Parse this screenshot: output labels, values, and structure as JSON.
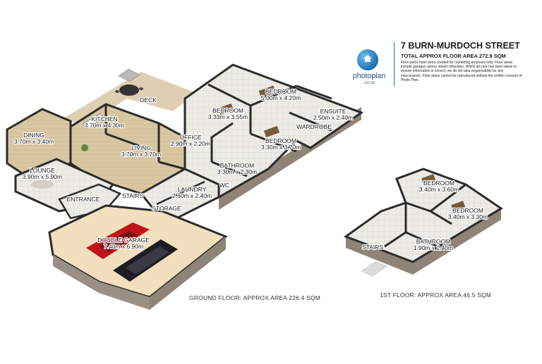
{
  "header": {
    "address": "7 BURN-MURDOCH STREET",
    "total_area": "TOTAL APPROX FLOOR AREA 272.9 SQM",
    "disclaimer": "Floor plans have been created for marketing purposes only. Floor areas include garages unless stated otherwise. Whilst all care has been taken to ensure information is correct, we do not take responsibility for any inaccuracies. Floor plans cannot be reproduced without the written consent of Photo Plan.",
    "brand_name": "photoplan",
    "brand_domain": ".co.nz"
  },
  "ground_floor": {
    "caption": "GROUND FLOOR: APPROX AREA 226.4 SQM",
    "rooms": [
      {
        "name": "DECK",
        "dims": ""
      },
      {
        "name": "KITCHEN",
        "dims": "3.70m x 4.30m"
      },
      {
        "name": "DINING",
        "dims": "3.70m x 3.40m"
      },
      {
        "name": "LIVING",
        "dims": "3.70m x 3.70m"
      },
      {
        "name": "LOUNGE",
        "dims": "3.90m x 5.90m"
      },
      {
        "name": "ENTRANCE",
        "dims": ""
      },
      {
        "name": "STAIRS",
        "dims": ""
      },
      {
        "name": "OFFICE",
        "dims": "2.90m x 2.20m"
      },
      {
        "name": "BEDROOM",
        "dims": "3.33m x 3.55m"
      },
      {
        "name": "BEDROOM",
        "dims": "5.00m x 4.20m"
      },
      {
        "name": "ENSUITE",
        "dims": "2.50m x 2.40m"
      },
      {
        "name": "WARDROBE",
        "dims": ""
      },
      {
        "name": "BEDROOM",
        "dims": "3.30m x 3.70m"
      },
      {
        "name": "BATHROOM",
        "dims": "3.30m x 2.30m"
      },
      {
        "name": "WC",
        "dims": ""
      },
      {
        "name": "LAUNDRY",
        "dims": "2.60m x 2.40m"
      },
      {
        "name": "STORAGE",
        "dims": ""
      },
      {
        "name": "DOUBLE GARAGE",
        "dims": "7.40m x 6.90m"
      }
    ]
  },
  "first_floor": {
    "caption": "1ST FLOOR: APPROX AREA 46.5 SQM",
    "rooms": [
      {
        "name": "BEDROOM",
        "dims": "3.40m x 3.60m"
      },
      {
        "name": "BEDROOM",
        "dims": "3.40m x 3.30m"
      },
      {
        "name": "BATHROOM",
        "dims": "1.90m x 2.40m"
      },
      {
        "name": "STAIRS",
        "dims": ""
      }
    ]
  },
  "colors": {
    "wall_top": "#2b2b2b",
    "wall_side": "#9a8f84",
    "floor_carpet": "#e8e4dc",
    "floor_wood": "#d8c9a8",
    "floor_garage": "#f0e0c0",
    "deck": "#d9c7a4",
    "car_red": "#c0141a",
    "car_black": "#1c1c22",
    "accent_blue": "#2a6fa8"
  }
}
